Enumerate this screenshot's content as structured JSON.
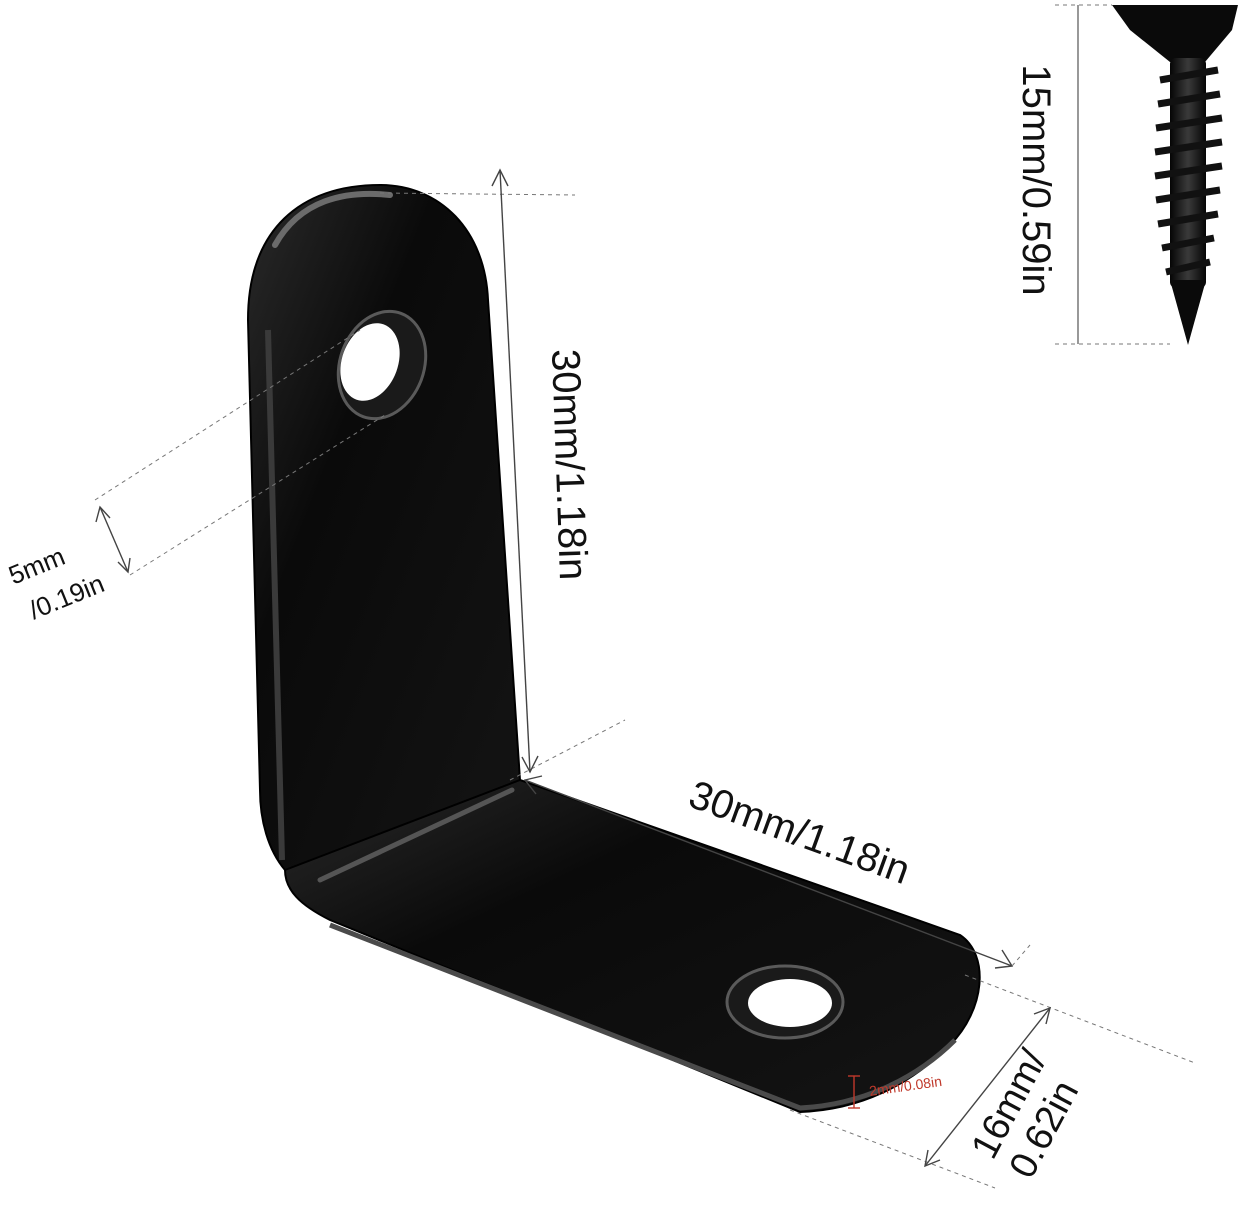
{
  "colors": {
    "background": "#ffffff",
    "metal": "#0b0b0b",
    "guide_line": "#555555",
    "text": "#111111",
    "thickness_mark": "#c0392b"
  },
  "dimensions": {
    "screw_length": "15mm/0.59in",
    "vertical_arm_length": "30mm/1.18in",
    "horizontal_arm_length": "30mm/1.18in",
    "hole_diameter_line1": "5mm",
    "hole_diameter_line2": "/0.19in",
    "width_line1": "16mm/",
    "width_line2": "0.62in",
    "thickness": "2mm/0.08in"
  }
}
